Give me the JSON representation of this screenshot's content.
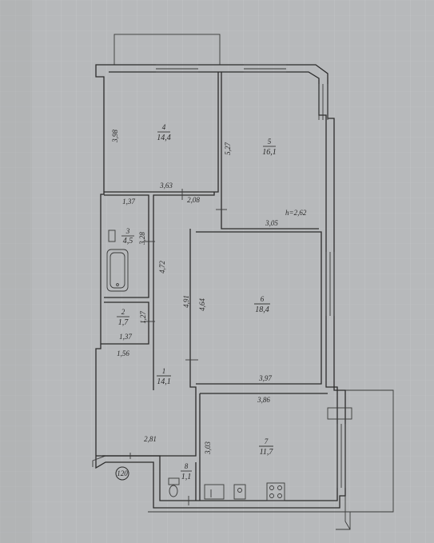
{
  "plan": {
    "height_note": "h=2,62",
    "marker": "120",
    "rooms": [
      {
        "id": "4",
        "number": "4",
        "area": "14,4"
      },
      {
        "id": "5",
        "number": "5",
        "area": "16,1"
      },
      {
        "id": "3",
        "number": "3",
        "area": "4,5"
      },
      {
        "id": "2",
        "number": "2",
        "area": "1,7"
      },
      {
        "id": "6",
        "number": "6",
        "area": "18,4"
      },
      {
        "id": "1",
        "number": "1",
        "area": "14,1"
      },
      {
        "id": "7",
        "number": "7",
        "area": "11,7"
      },
      {
        "id": "8",
        "number": "8",
        "area": "1,1"
      }
    ],
    "dimensions": {
      "d398": "3,98",
      "d363": "3,63",
      "d527": "5,27",
      "d208": "2,08",
      "d305": "3,05",
      "d137a": "1,37",
      "d328": "3,28",
      "d472": "4,72",
      "d491": "4,91",
      "d464": "4,64",
      "d127": "1,27",
      "d137b": "1,37",
      "d156": "1,56",
      "d397": "3,97",
      "d386": "3,86",
      "d281": "2,81",
      "d303": "3,03"
    }
  }
}
